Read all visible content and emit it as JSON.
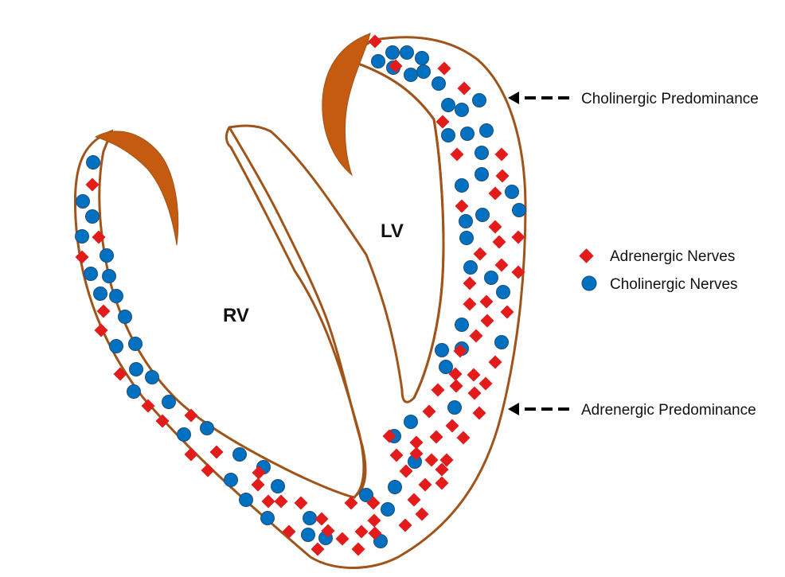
{
  "labels": {
    "rv": "RV",
    "lv": "LV"
  },
  "annotations": {
    "cholinergic_predominance": "Cholinergic Predominance",
    "adrenergic_predominance": "Adrenergic Predominance"
  },
  "legend": {
    "adrenergic": "Adrenergic Nerves",
    "cholinergic": "Cholinergic Nerves"
  },
  "colors": {
    "wall_outline": "#a0541a",
    "valve_leaflet": "#c55a11",
    "adrenergic_marker": "#e31b1b",
    "cholinergic_marker": "#0070c0",
    "cholinergic_marker_outline": "#1f4e79",
    "arrow": "#000000"
  },
  "icons": {
    "adrenergic": "red-diamond-icon",
    "cholinergic": "blue-circle-icon",
    "pointer": "dashed-arrow-left-icon"
  }
}
